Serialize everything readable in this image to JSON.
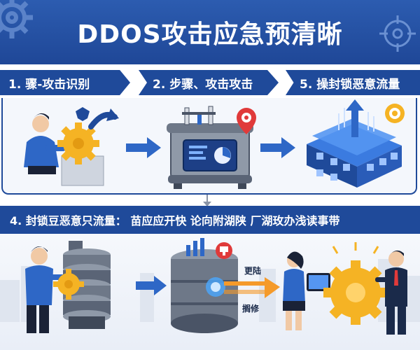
{
  "header": {
    "title": "DDOS攻击应急预清晰"
  },
  "steps": [
    {
      "label": "1. 骤-攻击识别"
    },
    {
      "label": "2. 步骤、攻击攻击"
    },
    {
      "label": "5. 操封锁恶意流量"
    },
    {
      "label": "4. 封锁豆恶意只流量： 苗应应开快 论向附湖陕 厂湖玫办浅读事带"
    }
  ],
  "flow_labels": {
    "upper": "更陆",
    "lower": "搁修"
  },
  "colors": {
    "brand": "#1f4a9a",
    "header": "#2c5cb0",
    "accent_gear": "#f5b324",
    "alert": "#e03a3a"
  }
}
